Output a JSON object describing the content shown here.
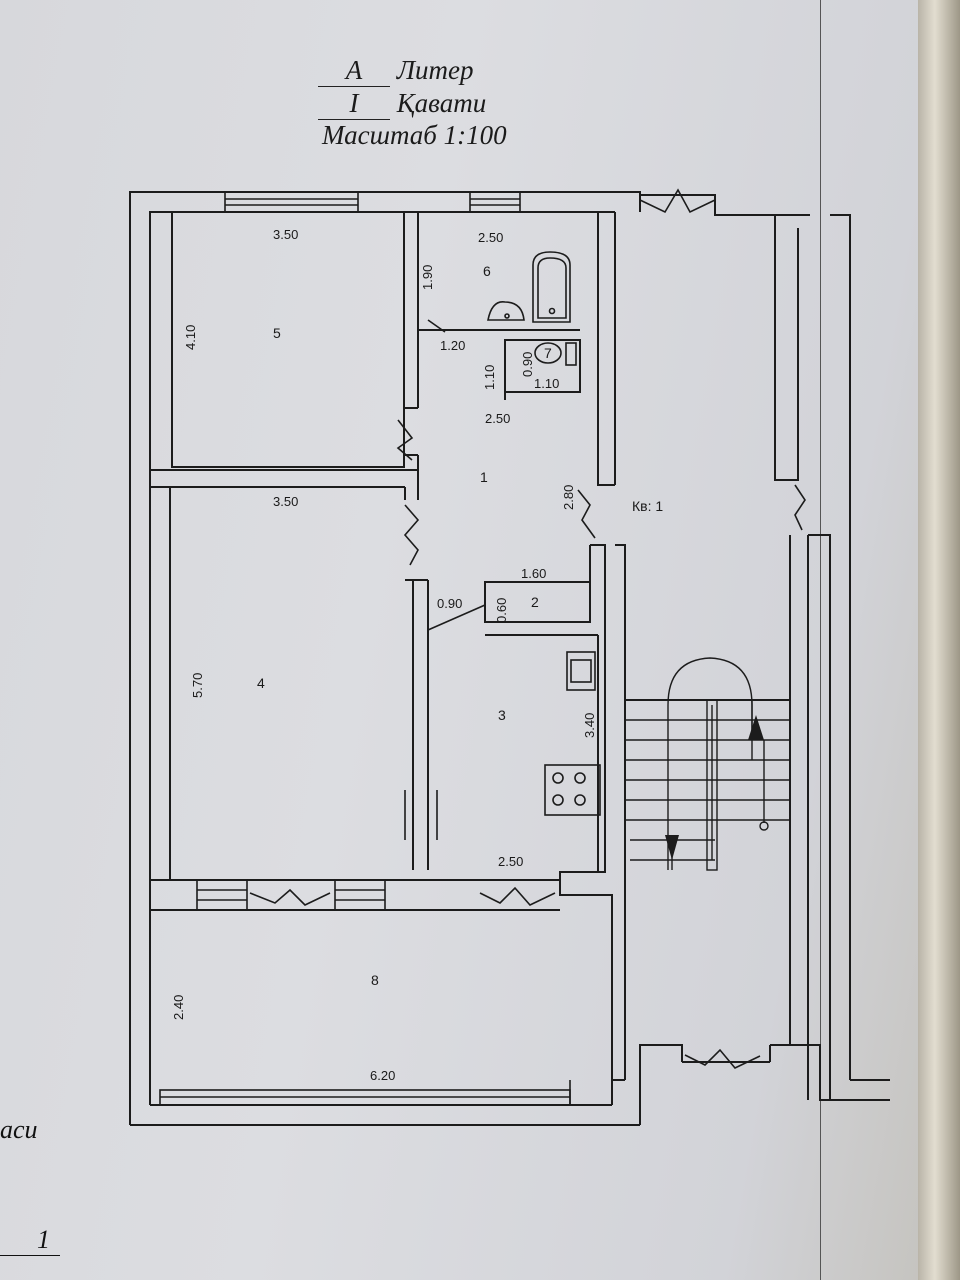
{
  "header": {
    "liter_value": "А",
    "liter_label": "Литер",
    "floor_value": "I",
    "floor_label": "Қавати",
    "scale_label": "Масштаб 1:100"
  },
  "rooms": {
    "r1": "1",
    "r2": "2",
    "r3": "3",
    "r4": "4",
    "r5": "5",
    "r6": "6",
    "r7": "7",
    "r8": "8"
  },
  "apartment_label": "Кв: 1",
  "dimensions": {
    "r5_width": "3.50",
    "r5_height": "4.10",
    "r6_width": "2.50",
    "r6_height": "1.90",
    "r6_door": "1.20",
    "r7_height": "1.10",
    "r7_small": "0.90",
    "r7_width": "1.10",
    "hall_width": "2.50",
    "hall_height": "2.80",
    "r4_width": "3.50",
    "r4_height": "5.70",
    "r2_width": "1.60",
    "r2_height": "0.60",
    "r2_door": "0.90",
    "r3_height": "3.40",
    "r3_width": "2.50",
    "r8_height": "2.40",
    "r8_width": "6.20"
  },
  "side_text": {
    "left_word": "аси",
    "left_number": "1"
  }
}
